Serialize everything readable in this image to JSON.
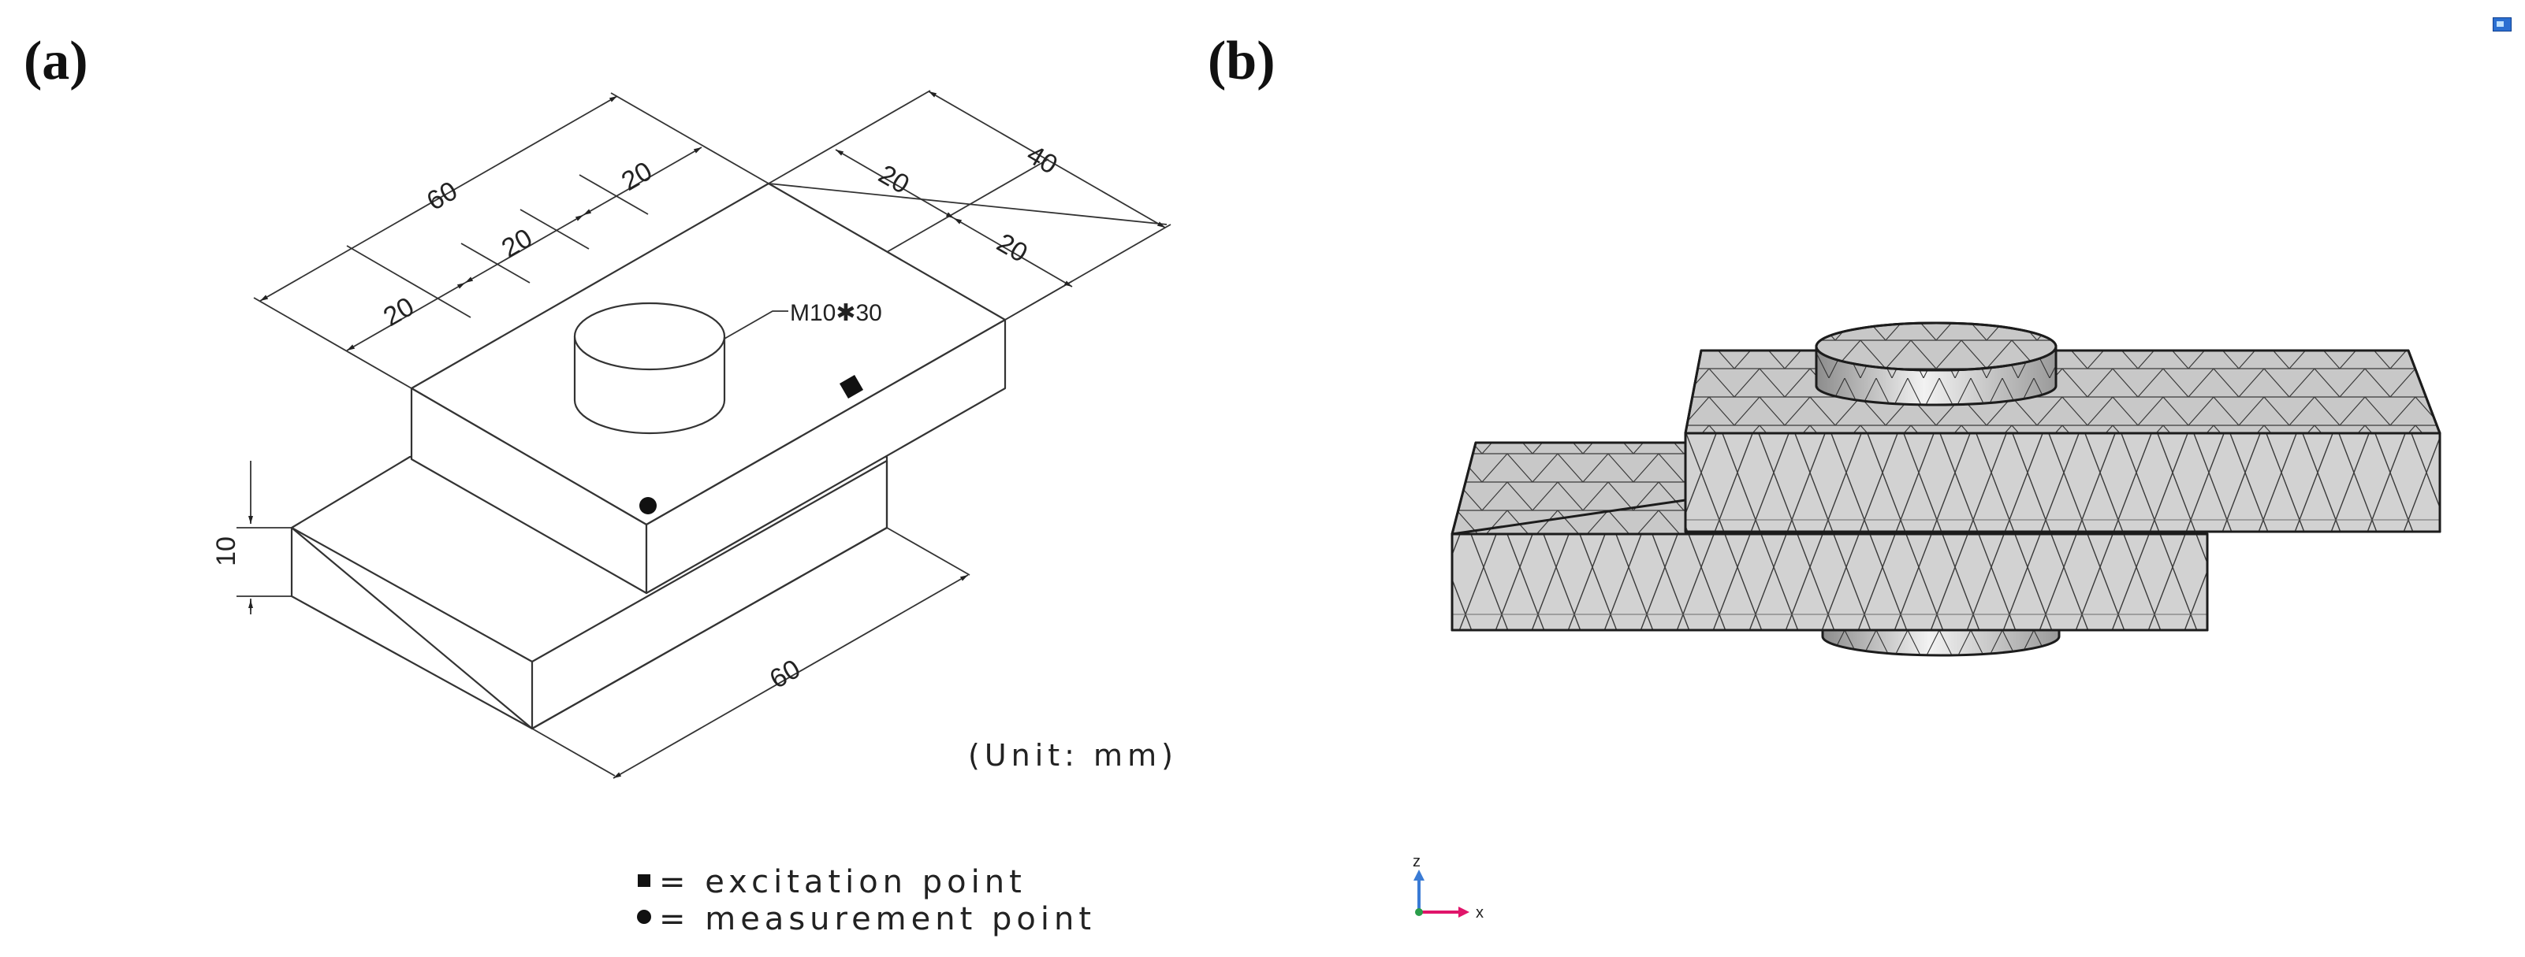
{
  "panels": {
    "a": {
      "label": "(a)"
    },
    "b": {
      "label": "(b)"
    }
  },
  "drawing_a": {
    "dimensions": {
      "top_total": "60",
      "top_seg1": "20",
      "top_seg2": "20",
      "top_seg3": "20",
      "right_total": "40",
      "right_seg1": "20",
      "right_seg2": "20",
      "height": "10",
      "bottom": "60"
    },
    "bolt_callout": "M10✱30",
    "unit_note": "(Unit: mm)",
    "legend": {
      "excitation": "= excitation point",
      "measurement": "= measurement point"
    }
  },
  "mesh_b": {
    "axis": {
      "z": "z",
      "x": "x"
    },
    "colors": {
      "face": "#d2d2d2",
      "edge": "#2b2b2b",
      "axis_x": "#e0156a",
      "axis_z": "#3a7bd5",
      "axis_y": "#2a9d4a"
    }
  }
}
